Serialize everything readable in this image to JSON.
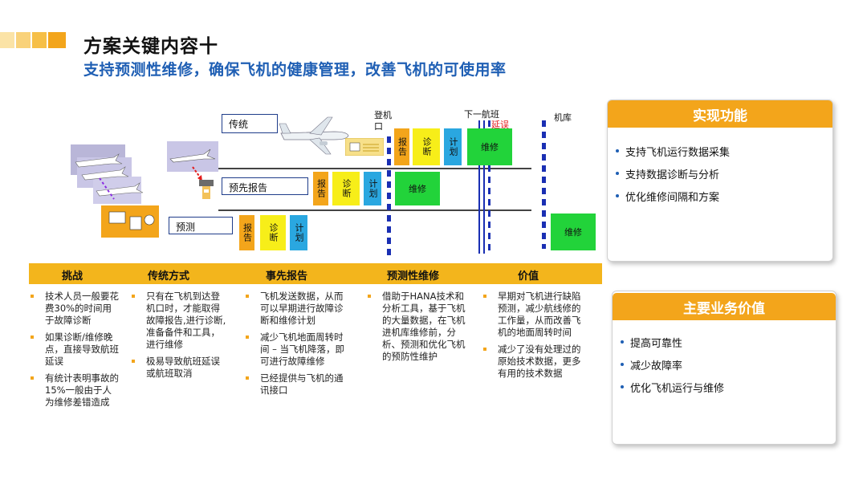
{
  "header": {
    "title": "方案关键内容十",
    "subtitle": "支持预测性维修，确保飞机的健康管理，改善飞机的可使用率"
  },
  "diagram": {
    "lanes": [
      "传统",
      "预先报告",
      "预测"
    ],
    "markers": {
      "gate": "登机口",
      "next_flight": "下一航班",
      "hangar": "机库",
      "delay": "延误"
    },
    "boxes": {
      "report": "报告",
      "diagnose": "诊断",
      "plan": "计划",
      "repair": "维修"
    }
  },
  "table": {
    "headers": [
      "挑战",
      "传统方式",
      "事先报告",
      "预测性维修",
      "价值"
    ],
    "columns": [
      [
        "技术人员一般要花费30%的时间用于故障诊断",
        "如果诊断/维修晚点，直接导致航班延误",
        "有统计表明事故的15%一般由于人为维修差错造成"
      ],
      [
        "只有在飞机到达登机口时，才能取得故障报告,进行诊断, 准备备件和工具，进行维修",
        "极易导致航班延误或航班取消"
      ],
      [
        "飞机发送数据，从而可以早期进行故障诊断和维修计划",
        "减少飞机地面周转时间 – 当飞机降落，即可进行故障维修",
        "已经提供与飞机的通讯接口"
      ],
      [
        "借助于HANA技术和 分析工具，基于飞机的大量数据，在飞机进机库维修前，分析、预测和优化飞机的预防性维护"
      ],
      [
        "早期对飞机进行缺陷预测，减少航线修的工作量，从而改善飞机的地面周转时间",
        "减少了没有处理过的原始技术数据，更多有用的技术数据"
      ]
    ]
  },
  "panels": {
    "functions": {
      "title": "实现功能",
      "items": [
        "支持飞机运行数据采集",
        "支持数据诊断与分析",
        "优化维修间隔和方案"
      ]
    },
    "value": {
      "title": "主要业务价值",
      "items": [
        "提高可靠性",
        "减少故障率",
        "优化飞机运行与维修"
      ]
    }
  },
  "colors": {
    "accent": "#f3a51b",
    "title_blue": "#1f5fb4",
    "report": "#f3a51b",
    "diagnose": "#f7ee19",
    "plan": "#2aa7e0",
    "repair": "#22d33a"
  }
}
